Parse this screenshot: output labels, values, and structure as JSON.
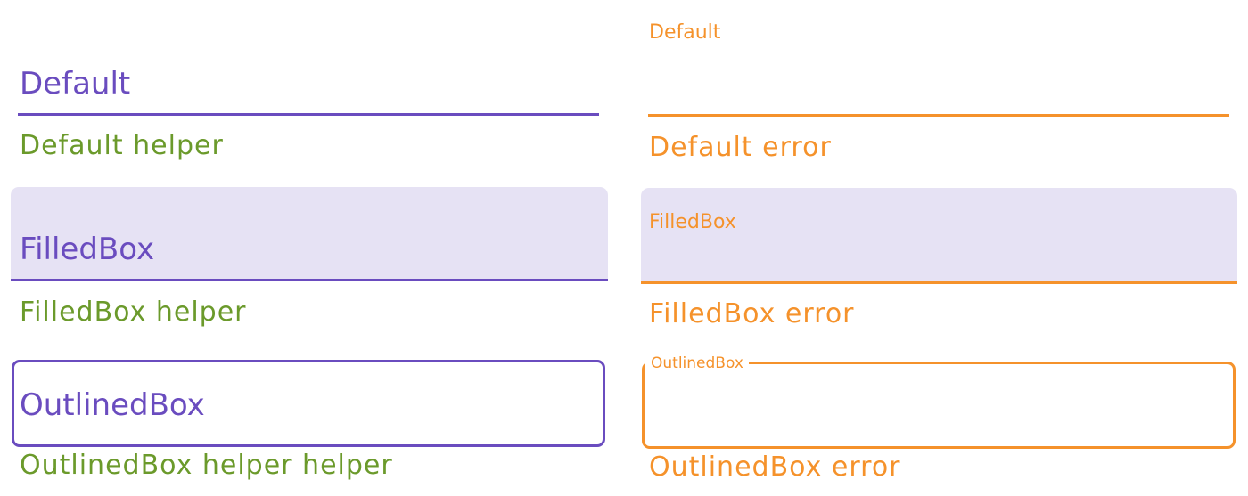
{
  "colors": {
    "accent": "#6a4cbf",
    "helper": "#6b9a2b",
    "error": "#f5922b",
    "fill": "#e6e2f4"
  },
  "left": {
    "default": {
      "label": "Default",
      "helper": "Default helper"
    },
    "filled": {
      "label": "FilledBox",
      "helper": "FilledBox helper"
    },
    "outlined": {
      "label": "OutlinedBox",
      "helper": "OutlinedBox helper helper"
    }
  },
  "right": {
    "default": {
      "label": "Default",
      "error": "Default error"
    },
    "filled": {
      "label": "FilledBox",
      "error": "FilledBox error"
    },
    "outlined": {
      "label": "OutlinedBox",
      "error": "OutlinedBox error"
    }
  }
}
